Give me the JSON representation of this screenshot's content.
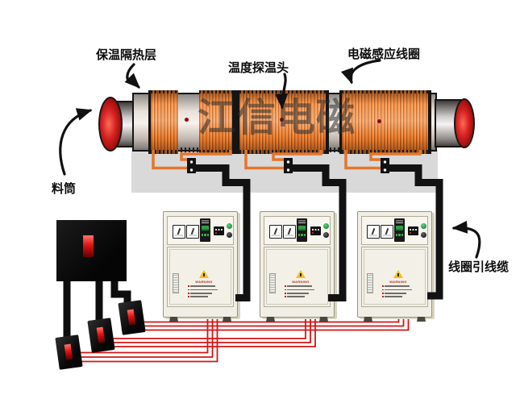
{
  "diagram": {
    "labels": {
      "insulation_layer": "保温隔热层",
      "temperature_probe": "温度探温头",
      "induction_coil": "电磁感应线圈",
      "barrel": "料筒",
      "coil_lead_cable": "线圈引线缆"
    },
    "watermark": "江信电磁",
    "cabinet": {
      "count": 3,
      "warning_label": "WARNING"
    },
    "colors": {
      "coil_orange": "#ef8130",
      "wire_orange": "#e4762b",
      "cable_black": "#121212",
      "cable_red": "#d41515",
      "barrel_cap_red": "#d42222",
      "cabinet_body": "#f1eee5",
      "warning_yellow": "#f0c020",
      "gray_zone": "#d9d9d9"
    }
  }
}
